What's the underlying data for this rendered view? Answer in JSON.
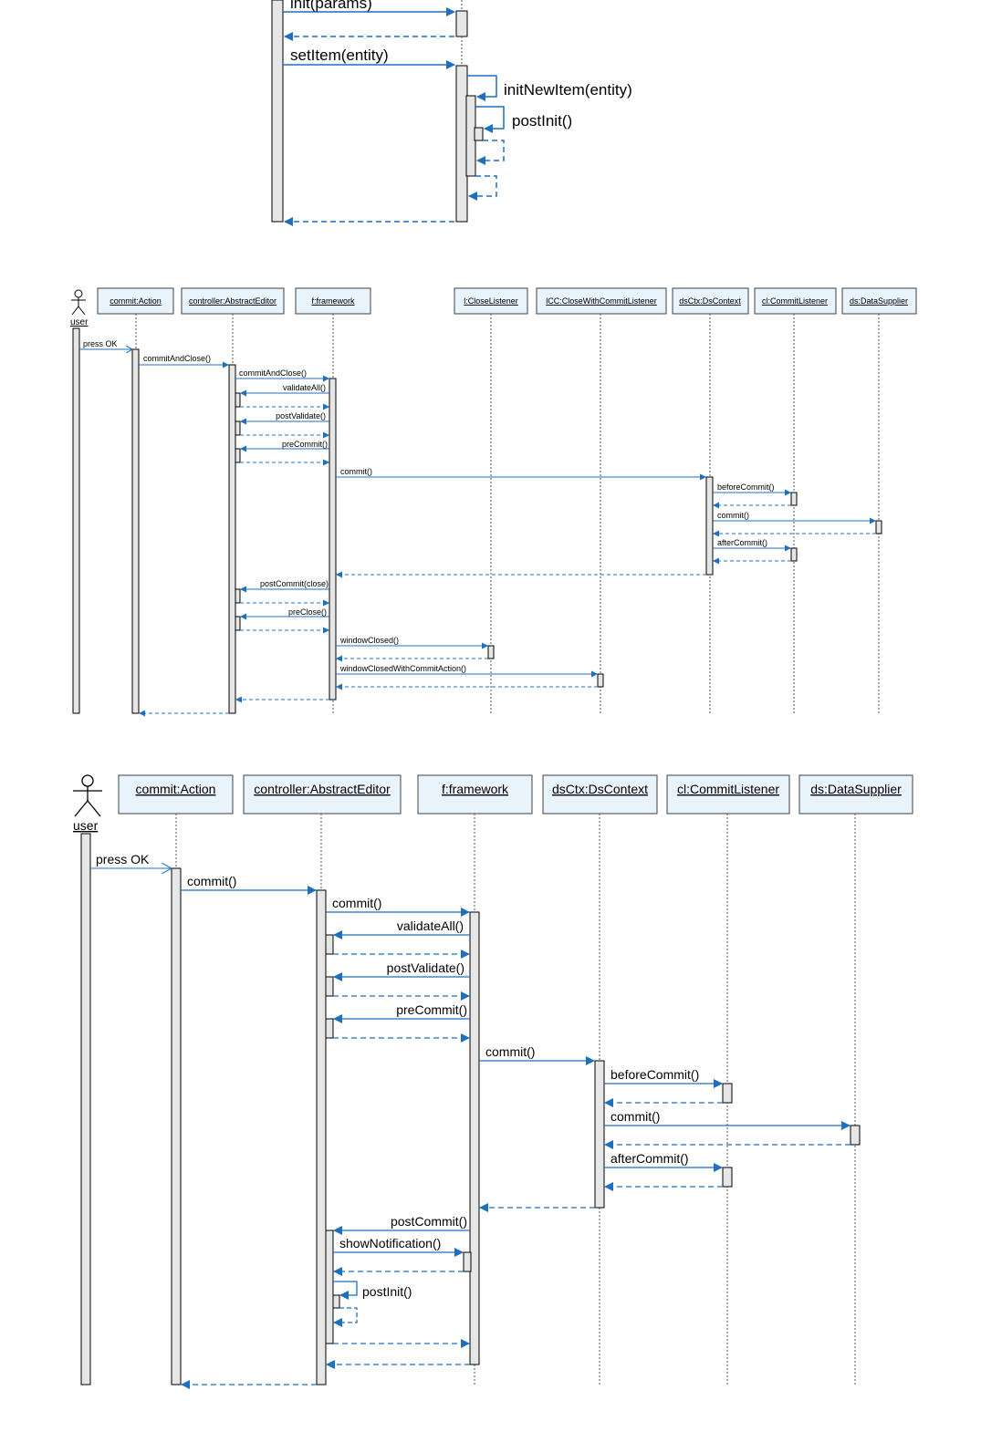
{
  "colors": {
    "arrow": "#1f6fbf",
    "box": "#e9f3fb",
    "boxBorder": "#3c4043",
    "activation": "#e6e6e6"
  },
  "diagram1": {
    "messages": [
      "init(params)",
      "setItem(entity)",
      "initNewItem(entity)",
      "postInit()"
    ]
  },
  "diagram2": {
    "actor": "user",
    "participants": [
      "commit:Action",
      "controller:AbstractEditor",
      "f:framework",
      "l:CloseListener",
      "lCC:CloseWithCommitListener",
      "dsCtx:DsContext",
      "cl:CommitListener",
      "ds:DataSupplier"
    ],
    "messages": [
      "press OK",
      "commitAndClose()",
      "commitAndClose()",
      "validateAll()",
      "postValidate()",
      "preCommit()",
      "commit()",
      "beforeCommit()",
      "commit()",
      "afterCommit()",
      "postCommit(close)",
      "preClose()",
      "windowClosed()",
      "windowClosedWithCommitAction()"
    ]
  },
  "diagram3": {
    "actor": "user",
    "participants": [
      "commit:Action",
      "controller:AbstractEditor",
      "f:framework",
      "dsCtx:DsContext",
      "cl:CommitListener",
      "ds:DataSupplier"
    ],
    "messages": [
      "press OK",
      "commit()",
      "commit()",
      "validateAll()",
      "postValidate()",
      "preCommit()",
      "commit()",
      "beforeCommit()",
      "commit()",
      "afterCommit()",
      "postCommit()",
      "showNotification()",
      "postInit()"
    ]
  }
}
